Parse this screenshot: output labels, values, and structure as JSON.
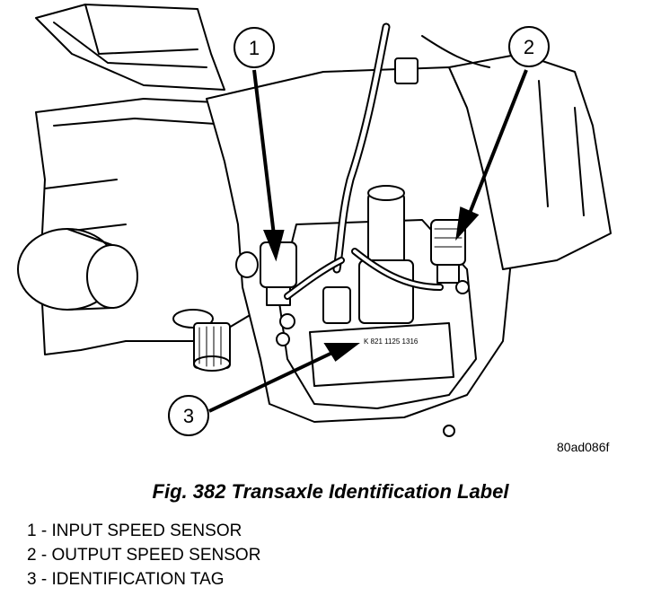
{
  "figure": {
    "image_code": "80ad086f",
    "caption": "Fig. 382 Transaxle Identification Label",
    "tag_text": "K 821 1125 1316",
    "callouts": [
      "1",
      "2",
      "3"
    ]
  },
  "legend": {
    "items": [
      "1 - INPUT SPEED SENSOR",
      "2 - OUTPUT SPEED SENSOR",
      "3 - IDENTIFICATION TAG"
    ]
  }
}
